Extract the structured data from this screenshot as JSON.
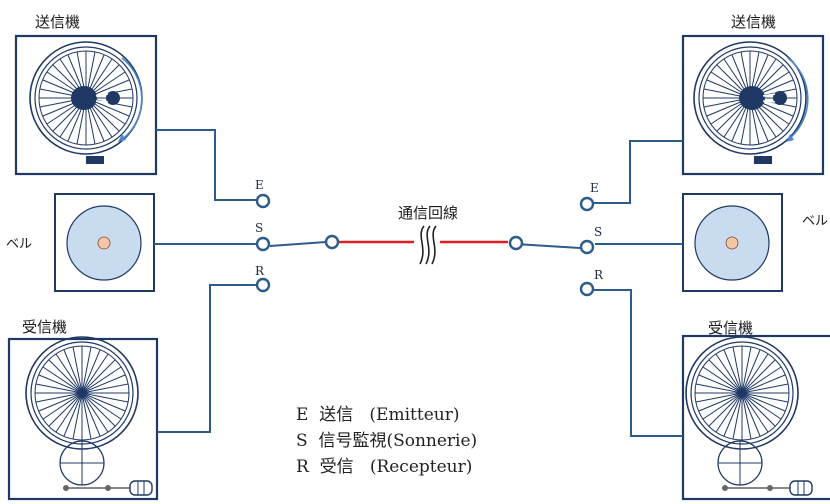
{
  "labels": {
    "transmitter": "送信機",
    "bell": "ベル",
    "receiver": "受信機",
    "line": "通信回線"
  },
  "terminals": {
    "e": "E",
    "s": "S",
    "r": "R"
  },
  "legend": [
    "E  送信   (Emitteur)",
    "S  信号監視(Sonnerie)",
    "R  受信   (Recepteur)"
  ],
  "colors": {
    "frame": "#1f3864",
    "wire": "#2e5c8a",
    "line": "#e02020",
    "bell_fill": "#c9dbee",
    "bell_dot": "#f5c6a5"
  }
}
